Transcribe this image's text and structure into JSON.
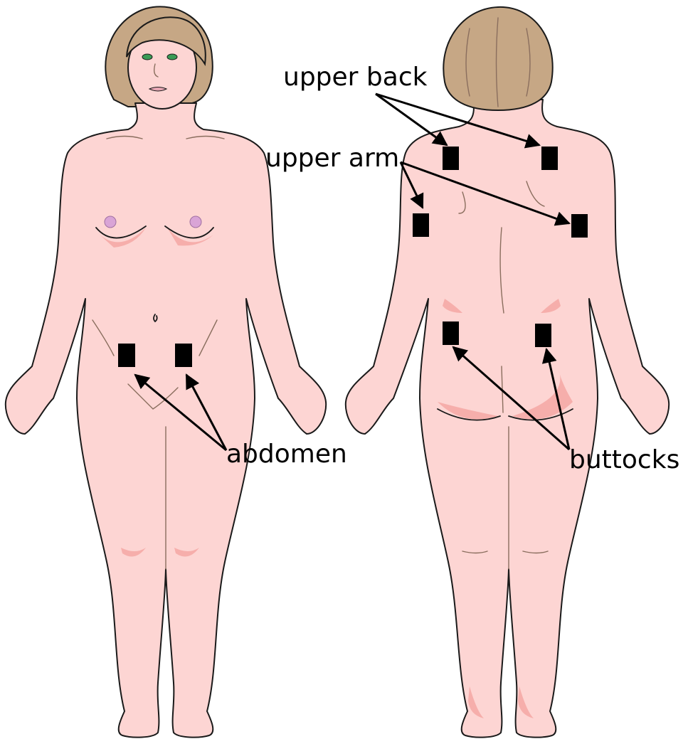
{
  "diagram": {
    "labels": {
      "upper_back": "upper back",
      "upper_arm": "upper arm",
      "abdomen": "abdomen",
      "buttocks": "buttocks"
    },
    "colors": {
      "skin": "#fdd5d3",
      "skin_shade": "#f5a7a3",
      "hair": "#c6a785",
      "outline": "#1a1a1a",
      "patch": "#000000"
    },
    "figures": [
      "front-view-female",
      "back-view-female"
    ],
    "patch_sites": [
      "abdomen-left",
      "abdomen-right",
      "upper-back-left",
      "upper-back-right",
      "upper-arm-left",
      "upper-arm-right",
      "buttock-left",
      "buttock-right"
    ]
  }
}
